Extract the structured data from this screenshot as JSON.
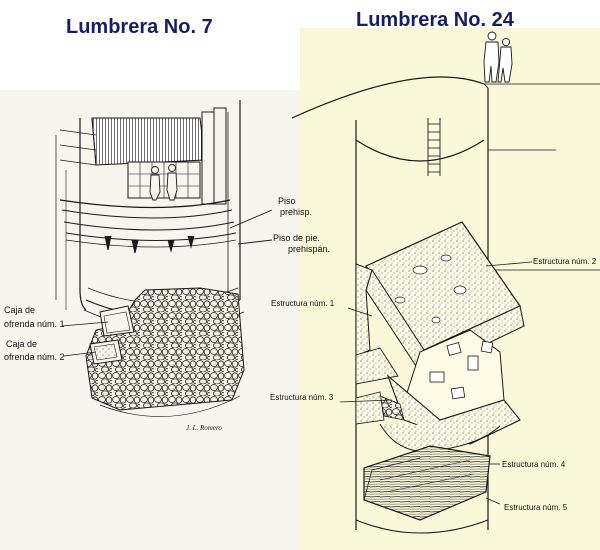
{
  "titles": {
    "left": "Lumbrera No. 7",
    "right": "Lumbrera No. 24"
  },
  "left_labels": {
    "piso_1_line1": "Piso",
    "piso_1_line2": "prehisp.",
    "piso_2_line1": "Piso de pie.",
    "piso_2_line2": "prehispán.",
    "caja_1_line1": "Caja de",
    "caja_1_line2": "ofrenda núm. 1",
    "caja_2_line1": "Caja de",
    "caja_2_line2": "ofrenda núm. 2",
    "signature": "J. L. Romero"
  },
  "right_labels": {
    "estructura_1": "Estructura núm. 1",
    "estructura_2": "Estructura núm. 2",
    "estructura_3": "Estructura núm. 3",
    "estructura_4": "Estructura núm. 4",
    "estructura_5": "Estructura núm. 5"
  },
  "colors": {
    "title": "#16205e",
    "line": "#1a1a1a",
    "left_bg": "#f7f6ee",
    "right_bg": "#fbf8da"
  }
}
